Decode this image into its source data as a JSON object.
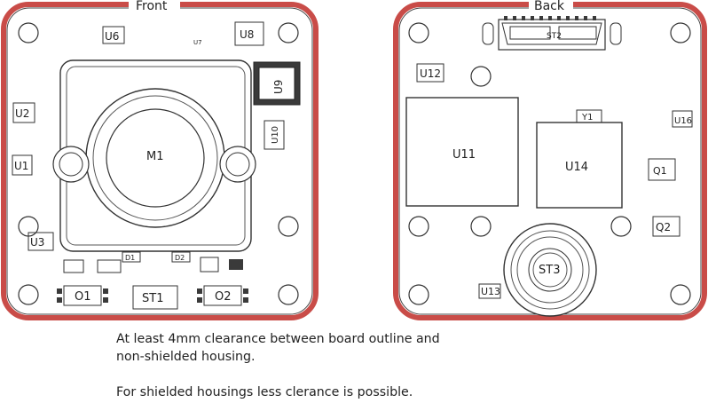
{
  "views": {
    "front": {
      "title": "Front",
      "components": {
        "m1": "M1",
        "u1": "U1",
        "u2": "U2",
        "u3": "U3",
        "u6": "U6",
        "u7": "U7",
        "u8": "U8",
        "u9": "U9",
        "u10": "U10",
        "d1": "D1",
        "d2": "D2",
        "o1": "O1",
        "o2": "O2",
        "st1": "ST1"
      }
    },
    "back": {
      "title": "Back",
      "components": {
        "u11": "U11",
        "u12": "U12",
        "u13": "U13",
        "u14": "U14",
        "u16": "U16",
        "y1": "Y1",
        "q1": "Q1",
        "q2": "Q2",
        "st3": "ST3",
        "st2": "ST2"
      }
    }
  },
  "notes": {
    "line1": "At least 4mm clearance between board outline and",
    "line2": "non-shielded housing.",
    "line3": "For shielded housings less clerance is possible."
  },
  "colors": {
    "board_outline": "#c94c48",
    "board_fill": "#ffffff",
    "component_stroke": "#333333",
    "pad_fill": "#3a3a3a"
  }
}
